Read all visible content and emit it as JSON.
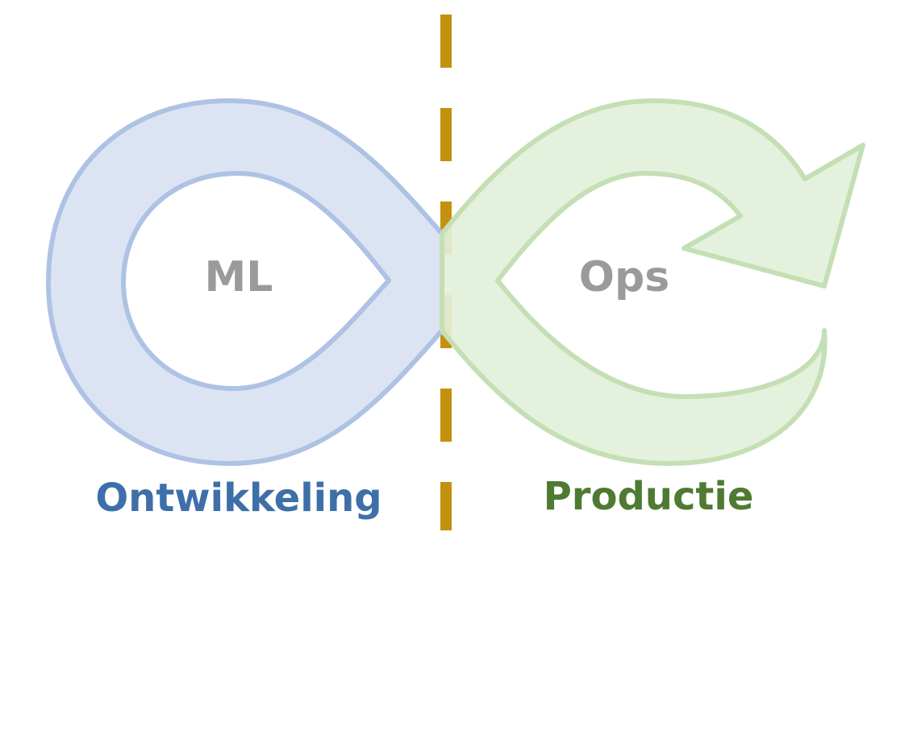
{
  "loops": {
    "left": {
      "label": "ML",
      "caption": "Ontwikkeling",
      "fill_color": "#dce4f4",
      "stroke_color": "#aec2e4",
      "caption_color": "#3e6fa8"
    },
    "right": {
      "label": "Ops",
      "caption": "Productie",
      "fill_color": "#e2f0d9",
      "stroke_color": "#c5dfb5",
      "caption_color": "#4e7a32"
    }
  },
  "divider": {
    "color": "#c4910f",
    "style": "dashed"
  },
  "arrow": {
    "direction": "up-right"
  }
}
